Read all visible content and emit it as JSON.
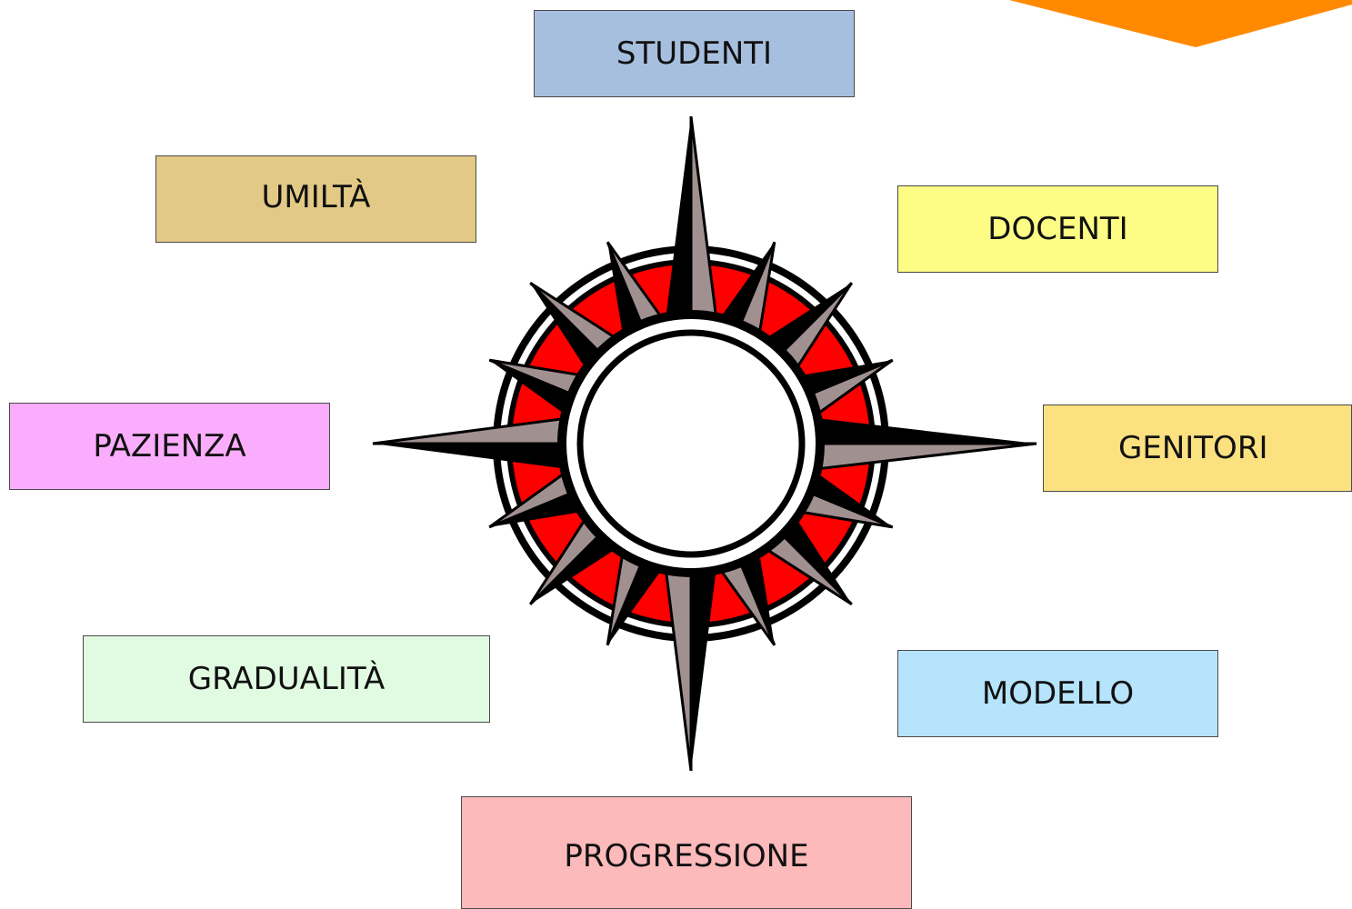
{
  "labels": {
    "studenti": "STUDENTI",
    "docenti": "DOCENTI",
    "genitori": "GENITORI",
    "modello": "MODELLO",
    "progressione": "PROGRESSIONE",
    "gradualita": "GRADUALITÀ",
    "pazienza": "PAZIENZA",
    "umilta": "UMILTÀ"
  },
  "colors": {
    "studenti": "#a7bfdf",
    "docenti": "#fdfd85",
    "genitori": "#fbe17f",
    "modello": "#b5e4fc",
    "progressione": "#fdbabb",
    "gradualita": "#e1fbe2",
    "pazienza": "#fbadfd",
    "umilta": "#e3c986",
    "accent": "#ff8a00",
    "compass_red": "#ff0000",
    "compass_black": "#000000",
    "compass_gray": "#a09090"
  }
}
